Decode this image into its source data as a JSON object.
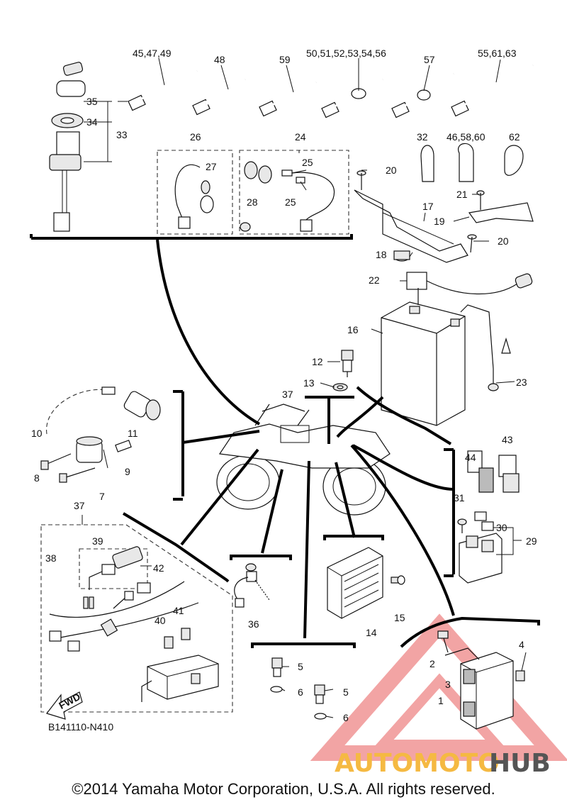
{
  "callouts": {
    "c1": "1",
    "c2": "2",
    "c3": "3",
    "c4": "4",
    "c5a": "5",
    "c5b": "5",
    "c6a": "6",
    "c6b": "6",
    "c7": "7",
    "c8": "8",
    "c9": "9",
    "c10": "10",
    "c11": "11",
    "c12": "12",
    "c13": "13",
    "c14": "14",
    "c15": "15",
    "c16": "16",
    "c17": "17",
    "c18": "18",
    "c19": "19",
    "c20a": "20",
    "c20b": "20",
    "c21": "21",
    "c22": "22",
    "c23": "23",
    "c24": "24",
    "c25a": "25",
    "c25b": "25",
    "c26": "26",
    "c27": "27",
    "c28": "28",
    "c29": "29",
    "c30": "30",
    "c31": "31",
    "c32": "32",
    "c33": "33",
    "c34": "34",
    "c35": "35",
    "c36": "36",
    "c37a": "37",
    "c37b": "37",
    "c38": "38",
    "c39": "39",
    "c40": "40",
    "c41": "41",
    "c42": "42",
    "c43": "43",
    "c44": "44",
    "c45": "45,47,49",
    "c48": "48",
    "c50": "50,51,52,53,54,56",
    "c55": "55,61,63",
    "c57": "57",
    "c59": "59",
    "c46": "46,58,60",
    "c62": "62"
  },
  "fwd_label": "FWD",
  "ref_code": "B141110-N410",
  "watermark": {
    "part1": "AUTOMOTO",
    "part2": "HUB",
    "color1": "#f5b942",
    "color2": "#555555",
    "accent": "#e85a5a"
  },
  "copyright": "©2014 Yamaha Motor Corporation, U.S.A. All rights reserved."
}
